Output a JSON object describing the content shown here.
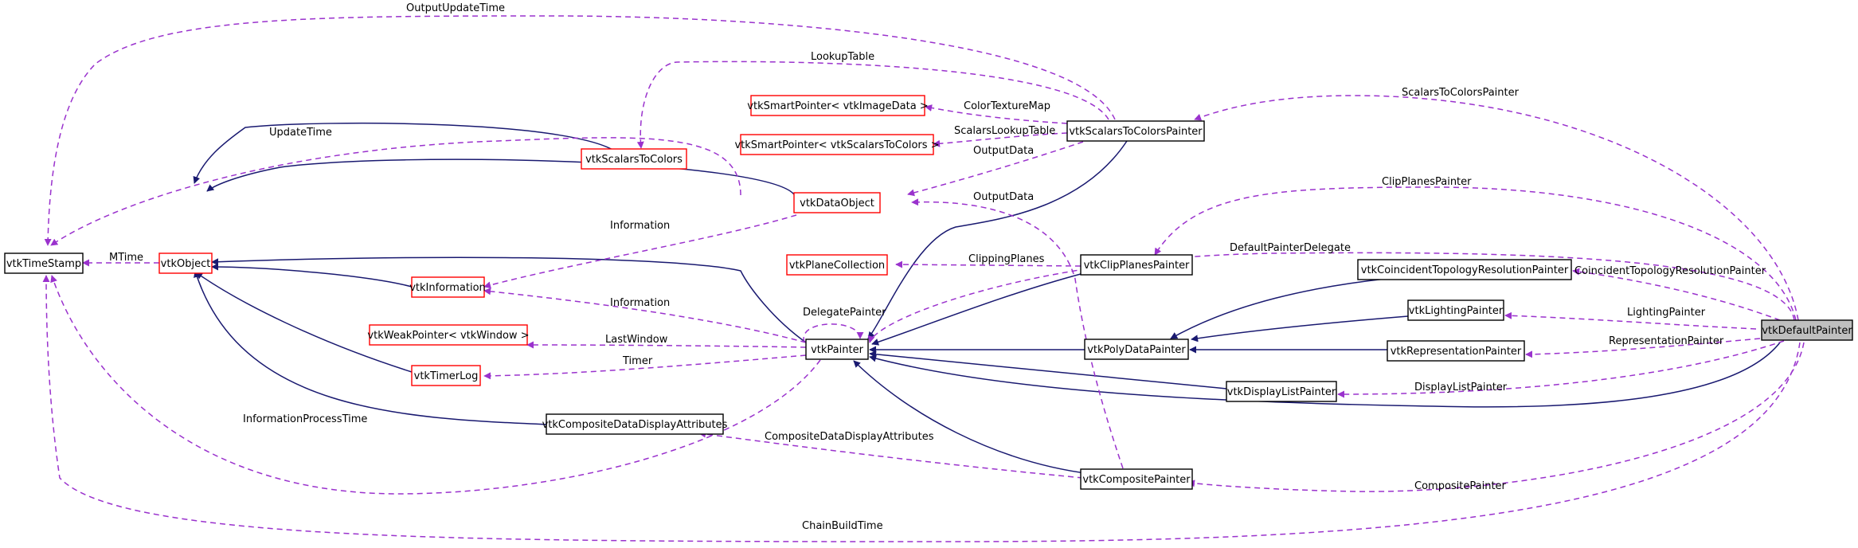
{
  "colors": {
    "inheritance_edge": "#191970",
    "usage_edge": "#9a32cd",
    "documented_border": "#000000",
    "undocumented_border": "#ff0000",
    "focus_fill": "#bfbfbf"
  },
  "nodes": {
    "timestamp": {
      "label": "vtkTimeStamp",
      "kind": "documented"
    },
    "object": {
      "label": "vtkObject",
      "kind": "undocumented"
    },
    "scalars_to_colors": {
      "label": "vtkScalarsToColors",
      "kind": "undocumented"
    },
    "data_object": {
      "label": "vtkDataObject",
      "kind": "undocumented"
    },
    "information": {
      "label": "vtkInformation",
      "kind": "undocumented"
    },
    "weak_pointer": {
      "label": "vtkWeakPointer< vtkWindow >",
      "kind": "undocumented"
    },
    "timer_log": {
      "label": "vtkTimerLog",
      "kind": "undocumented"
    },
    "composite_attrs": {
      "label": "vtkCompositeDataDisplayAttributes",
      "kind": "documented"
    },
    "smartptr_image": {
      "label": "vtkSmartPointer< vtkImageData >",
      "kind": "undocumented"
    },
    "smartptr_s2c": {
      "label": "vtkSmartPointer< vtkScalarsToColors >",
      "kind": "undocumented"
    },
    "plane_collection": {
      "label": "vtkPlaneCollection",
      "kind": "undocumented"
    },
    "painter": {
      "label": "vtkPainter",
      "kind": "documented"
    },
    "s2c_painter": {
      "label": "vtkScalarsToColorsPainter",
      "kind": "documented"
    },
    "clip_painter": {
      "label": "vtkClipPlanesPainter",
      "kind": "documented"
    },
    "polydata_painter": {
      "label": "vtkPolyDataPainter",
      "kind": "documented"
    },
    "composite_painter": {
      "label": "vtkCompositePainter",
      "kind": "documented"
    },
    "display_list_painter": {
      "label": "vtkDisplayListPainter",
      "kind": "documented"
    },
    "coincident_painter": {
      "label": "vtkCoincidentTopologyResolutionPainter",
      "kind": "documented"
    },
    "lighting_painter": {
      "label": "vtkLightingPainter",
      "kind": "documented"
    },
    "representation_painter": {
      "label": "vtkRepresentationPainter",
      "kind": "documented"
    },
    "default_painter": {
      "label": "vtkDefaultPainter",
      "kind": "focus"
    }
  },
  "edge_labels": {
    "output_update_time": "OutputUpdateTime",
    "lookup_table": "LookupTable",
    "update_time": "UpdateTime",
    "color_texture_map": "ColorTextureMap",
    "scalars_lookup_table": "ScalarsLookupTable",
    "output_data_s2c": "OutputData",
    "information_do": "Information",
    "mtime": "MTime",
    "output_data_composite": "OutputData",
    "clipping_planes": "ClippingPlanes",
    "information_painter": "Information",
    "delegate_painter": "DelegatePainter",
    "last_window": "LastWindow",
    "timer": "Timer",
    "information_process_time": "InformationProcessTime",
    "composite_display_attrs": "CompositeDataDisplayAttributes",
    "chain_build_time": "ChainBuildTime",
    "scalars_to_colors_painter": "ScalarsToColorsPainter",
    "clip_planes_painter": "ClipPlanesPainter",
    "default_painter_delegate": "DefaultPainterDelegate",
    "coincident_topology_resolution_painter": "CoincidentTopologyResolutionPainter",
    "lighting_painter": "LightingPainter",
    "representation_painter": "RepresentationPainter",
    "display_list_painter": "DisplayListPainter",
    "composite_painter": "CompositePainter"
  }
}
